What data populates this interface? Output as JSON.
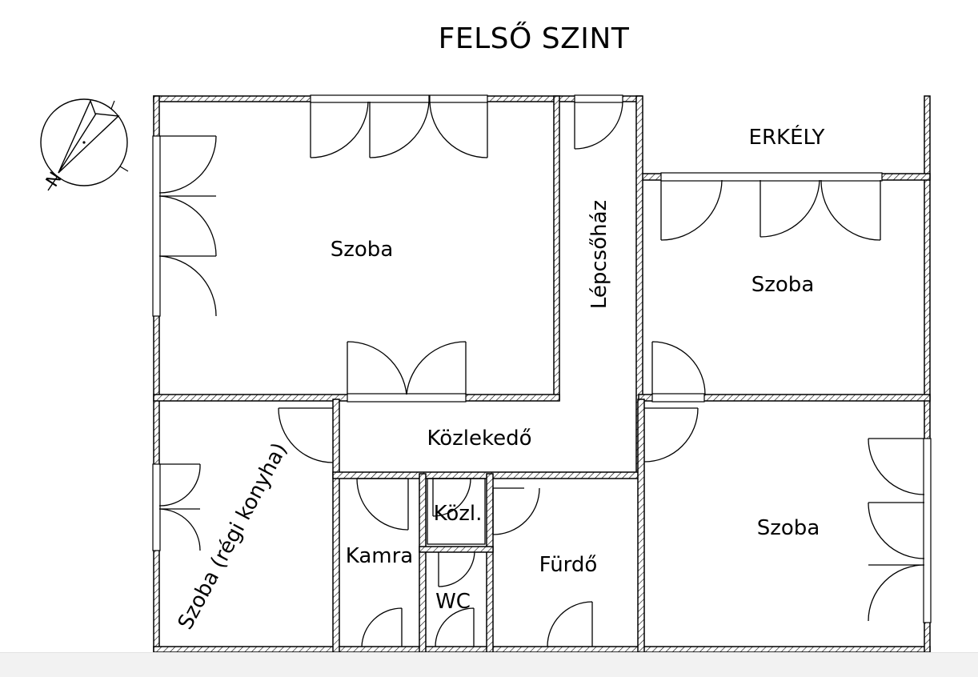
{
  "title": "FELSŐ SZINT",
  "compass": {
    "label": "N",
    "icon": "north-arrow-icon"
  },
  "rooms": {
    "szoba_nagy": "Szoba",
    "lepcsohaz": "Lépcsőház",
    "erkely": "ERKÉLY",
    "szoba_jobb_felso": "Szoba",
    "kozlekedo": "Közlekedő",
    "szoba_regi_konyha": "Szoba (régi konyha)",
    "kamra": "Kamra",
    "kozl": "Közl.",
    "wc": "WC",
    "furdo": "Fürdő",
    "szoba_jobb_also": "Szoba"
  },
  "colors": {
    "wall_hatch": "#000000",
    "background": "#ffffff",
    "bottom_strip": "#f2f2f2"
  }
}
